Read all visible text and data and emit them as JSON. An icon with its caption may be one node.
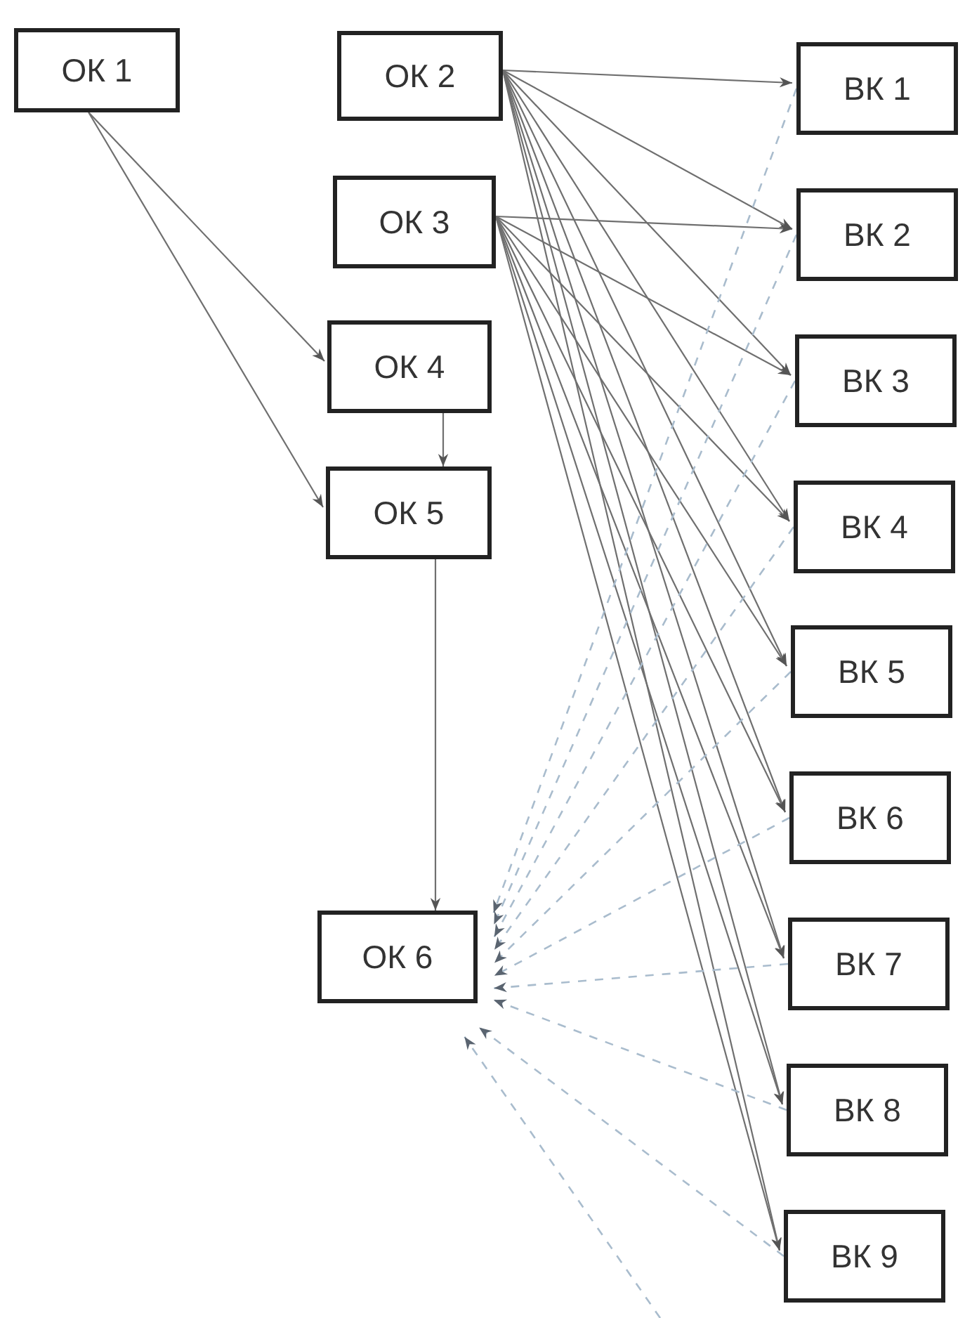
{
  "diagram": {
    "nodes": [
      {
        "text": [
          "ОК 1"
        ]
      },
      {
        "text": [
          "ОК 2"
        ]
      },
      {
        "text": [
          "ОК 3"
        ]
      },
      {
        "text": [
          "ОК 4"
        ]
      },
      {
        "text": [
          "ОК 5"
        ]
      },
      {
        "text": [
          "ОК 6"
        ]
      },
      {
        "text": [
          "ВК 1"
        ]
      },
      {
        "text": [
          "ВК 2"
        ]
      },
      {
        "text": [
          "ВК 3"
        ]
      },
      {
        "text": [
          "ВК 4"
        ]
      },
      {
        "text": [
          "ВК 5"
        ]
      },
      {
        "text": [
          "ВК 6"
        ]
      },
      {
        "text": [
          "ВК 7"
        ]
      },
      {
        "text": [
          "ВК 8"
        ]
      },
      {
        "text": [
          "ВК 9"
        ]
      }
    ],
    "edges": [
      {
        "from": 0,
        "to": 3,
        "arrow": "to"
      },
      {
        "from": 0,
        "to": 4,
        "arrow": "to"
      },
      {
        "from": 3,
        "to": 4,
        "arrow": "to"
      },
      {
        "from": 4,
        "to": 5,
        "arrow": "to"
      },
      {
        "from": 1,
        "to": 6,
        "arrow": "to"
      },
      {
        "from": 1,
        "to": 7,
        "arrow": "to"
      },
      {
        "from": 1,
        "to": 8,
        "arrow": "to"
      },
      {
        "from": 1,
        "to": 9,
        "arrow": "to"
      },
      {
        "from": 1,
        "to": 10,
        "arrow": "to"
      },
      {
        "from": 1,
        "to": 11,
        "arrow": "to"
      },
      {
        "from": 1,
        "to": 12,
        "arrow": "to"
      },
      {
        "from": 1,
        "to": 13,
        "arrow": "to"
      },
      {
        "from": 1,
        "to": 14,
        "arrow": "to"
      },
      {
        "from": 2,
        "to": 7,
        "arrow": "to"
      },
      {
        "from": 2,
        "to": 8,
        "arrow": "to"
      },
      {
        "from": 2,
        "to": 9,
        "arrow": "to"
      },
      {
        "from": 2,
        "to": 10,
        "arrow": "to"
      },
      {
        "from": 2,
        "to": 11,
        "arrow": "to"
      },
      {
        "from": 2,
        "to": 12,
        "arrow": "to"
      },
      {
        "from": 2,
        "to": 13,
        "arrow": "to"
      },
      {
        "from": 2,
        "to": 14,
        "arrow": "to"
      },
      {
        "from": 6,
        "to": 5,
        "arrow": "to",
        "style": "dashed",
        "color": "#a9bccd"
      },
      {
        "from": 7,
        "to": 5,
        "arrow": "to",
        "style": "dashed",
        "color": "#a9bccd"
      },
      {
        "from": 8,
        "to": 5,
        "arrow": "to",
        "style": "dashed",
        "color": "#a9bccd"
      },
      {
        "from": 9,
        "to": 5,
        "arrow": "to",
        "style": "dashed",
        "color": "#a9bccd"
      },
      {
        "from": 10,
        "to": 5,
        "arrow": "to",
        "style": "dashed",
        "color": "#a9bccd"
      },
      {
        "from": 11,
        "to": 5,
        "arrow": "to",
        "style": "dashed",
        "color": "#a9bccd"
      },
      {
        "from": 12,
        "to": 5,
        "arrow": "to",
        "style": "dashed",
        "color": "#a9bccd"
      },
      {
        "from": 13,
        "to": 5,
        "arrow": "to",
        "style": "dashed",
        "color": "#a9bccd"
      },
      {
        "from": 14,
        "to": 5,
        "arrow": "to",
        "style": "dashed",
        "color": "#a9bccd"
      },
      {
        "from": null,
        "to": 5,
        "arrow": "to",
        "style": "dashed",
        "color": "#a9bccd"
      }
    ]
  }
}
